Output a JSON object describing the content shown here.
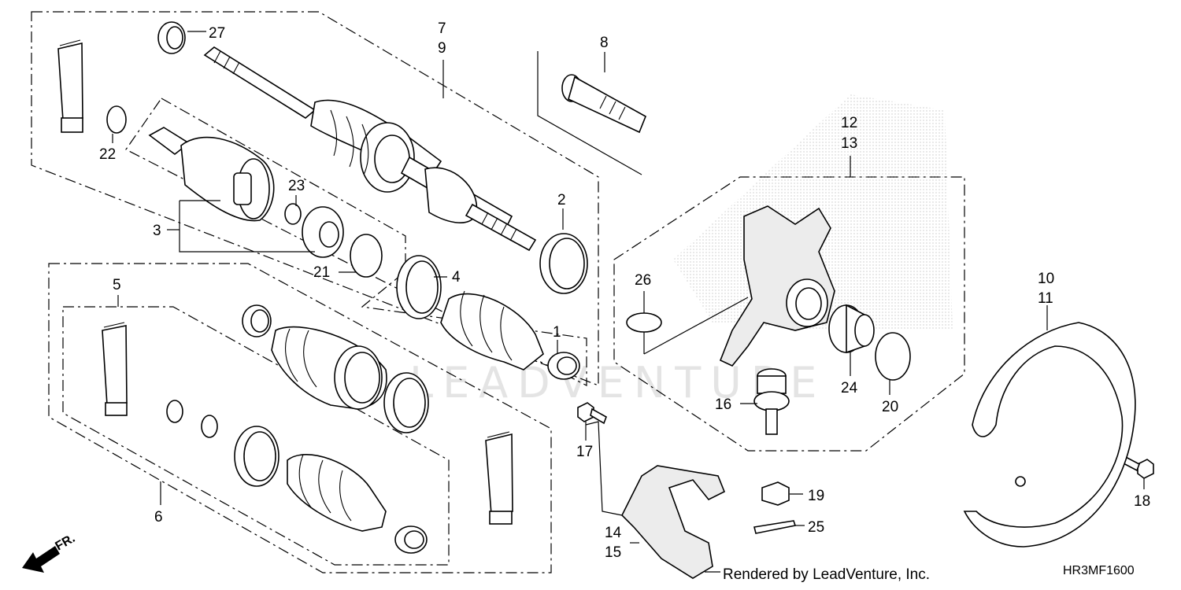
{
  "diagram": {
    "callouts": {
      "c1": "1",
      "c2": "2",
      "c3": "3",
      "c4": "4",
      "c5": "5",
      "c6": "6",
      "c7": "7",
      "c9": "9",
      "c8": "8",
      "c10": "10",
      "c11": "11",
      "c12": "12",
      "c13": "13",
      "c14": "14",
      "c15": "15",
      "c16": "16",
      "c17": "17",
      "c18": "18",
      "c19": "19",
      "c20": "20",
      "c21": "21",
      "c22": "22",
      "c23": "23",
      "c24": "24",
      "c25": "25",
      "c26": "26",
      "c27": "27"
    },
    "direction_label": "FR.",
    "watermark": "LEADVENTURE",
    "footer": {
      "credit": "Rendered by LeadVenture, Inc.",
      "code": "HR3MF1600"
    }
  }
}
